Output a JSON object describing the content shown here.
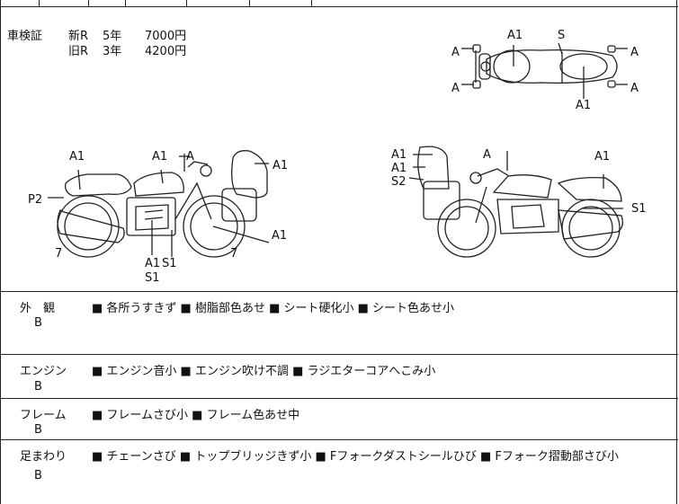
{
  "certificate": {
    "label": "車検証",
    "rows": [
      {
        "type": "新R",
        "years": "5年",
        "price": "7000円"
      },
      {
        "type": "旧R",
        "years": "3年",
        "price": "4200円"
      }
    ]
  },
  "diagram_codes": {
    "a": "A",
    "a1": "A1",
    "s": "S",
    "s1": "S1",
    "s2": "S2",
    "p2": "P2",
    "seven": "7"
  },
  "sections": [
    {
      "label": "外　観",
      "grade": "B",
      "notes": "■ 各所うすきず ■ 樹脂部色あせ ■ シート硬化小 ■ シート色あせ小"
    },
    {
      "label": "エンジン",
      "grade": "B",
      "notes": "■ エンジン音小 ■ エンジン吹け不調 ■ ラジエターコアへこみ小"
    },
    {
      "label": "フレーム",
      "grade": "B",
      "notes": "■ フレームさび小 ■ フレーム色あせ中"
    },
    {
      "label": "足まわり",
      "grade": "B",
      "notes": "■ チェーンさび ■ トップブリッジきず小 ■ Fフォークダストシールひび ■ Fフォーク摺動部さび小"
    }
  ]
}
